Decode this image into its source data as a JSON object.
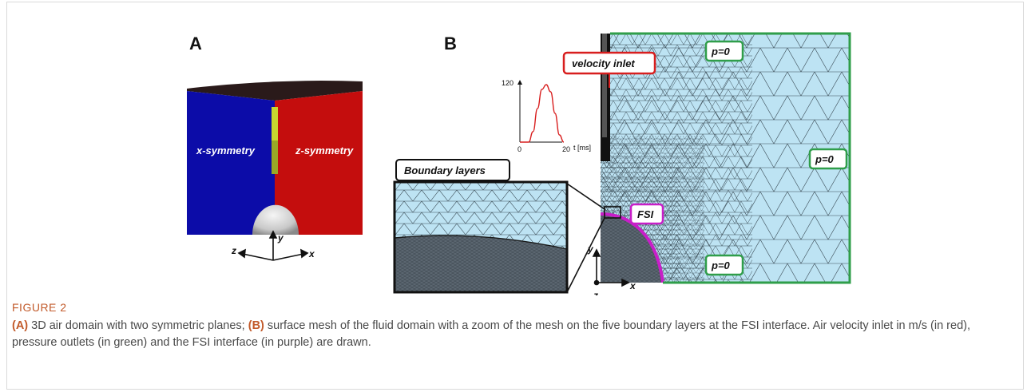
{
  "panel_a": {
    "label": "A",
    "left_face_label": "x-symmetry",
    "right_face_label": "z-symmetry",
    "axes": {
      "y": "y",
      "z": "z",
      "x": "x"
    },
    "colors": {
      "left_face": "#0c0ca8",
      "right_face": "#c40d0d",
      "top_face": "#2a1a1a",
      "inlet_strip": "#c8d630"
    }
  },
  "panel_b": {
    "label": "B",
    "velocity_inlet_label": "velocity inlet",
    "pressure_labels": [
      "p=0",
      "p=0",
      "p=0"
    ],
    "fsi_label": "FSI",
    "boundary_layers_label": "Boundary layers",
    "axes": {
      "y": "y",
      "z": "z",
      "x": "x"
    },
    "colors": {
      "velocity_inlet": "#d81e1e",
      "pressure_outlet": "#2f9e4a",
      "fsi": "#c81ec8",
      "mesh_fill": "#bde3f3"
    }
  },
  "chart_data": {
    "type": "line",
    "x": [
      0,
      2,
      4,
      6,
      8,
      10,
      12,
      14,
      16,
      18,
      20
    ],
    "series": [
      {
        "values": [
          0,
          0,
          0,
          22,
          70,
          110,
          120,
          105,
          60,
          15,
          0
        ]
      }
    ],
    "ylabel": "",
    "xlabel": "t [ms]",
    "y_ticks": [
      "120"
    ],
    "x_ticks": [
      "0",
      "20"
    ],
    "ylim": [
      0,
      120
    ],
    "xlim": [
      0,
      20
    ],
    "line_color": "#d81e1e"
  },
  "figure": {
    "label": "FIGURE 2",
    "caption_parts": [
      {
        "bold": true,
        "text": "(A)"
      },
      {
        "bold": false,
        "text": " 3D air domain with two symmetric planes; "
      },
      {
        "bold": true,
        "text": "(B)"
      },
      {
        "bold": false,
        "text": " surface mesh of the fluid domain with a zoom of the mesh on the five boundary layers at the FSI interface. Air velocity inlet in m/s (in red), pressure outlets (in green) and the FSI interface (in purple) are drawn."
      }
    ]
  }
}
